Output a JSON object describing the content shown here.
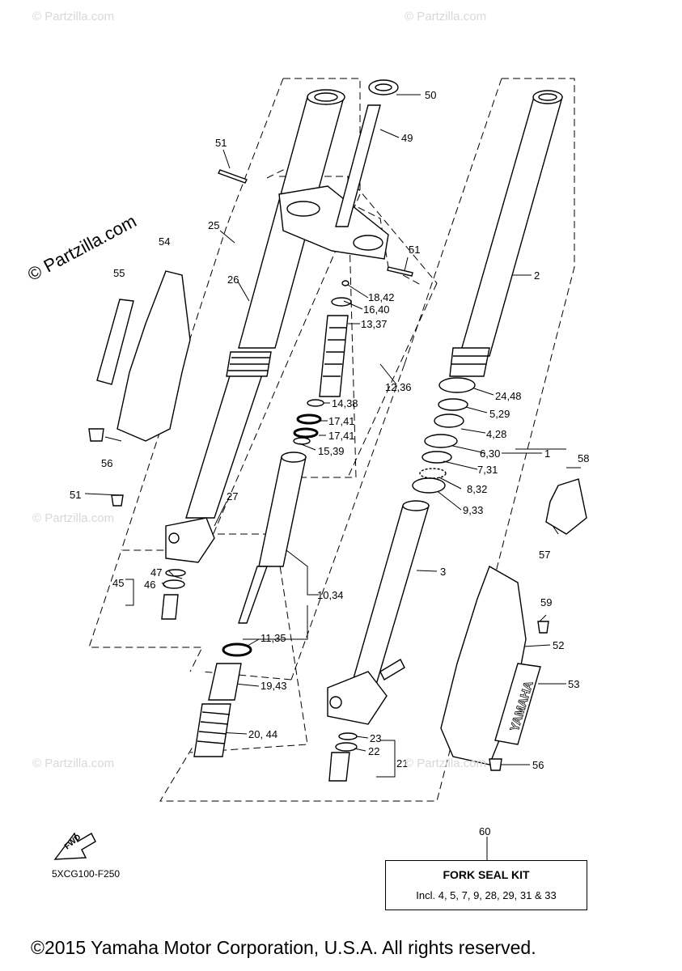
{
  "watermarks": {
    "main": "© Partzilla.com",
    "faint": "© Partzilla.com"
  },
  "callouts": [
    {
      "id": "50",
      "text": "50"
    },
    {
      "id": "49",
      "text": "49"
    },
    {
      "id": "51a",
      "text": "51"
    },
    {
      "id": "51b",
      "text": "51"
    },
    {
      "id": "25",
      "text": "25"
    },
    {
      "id": "54",
      "text": "54"
    },
    {
      "id": "55",
      "text": "55"
    },
    {
      "id": "26",
      "text": "26"
    },
    {
      "id": "2",
      "text": "2"
    },
    {
      "id": "18-42",
      "text": "18,42"
    },
    {
      "id": "16-40",
      "text": "16,40"
    },
    {
      "id": "13-37",
      "text": "13,37"
    },
    {
      "id": "12-36",
      "text": "12,36"
    },
    {
      "id": "24-48",
      "text": "24,48"
    },
    {
      "id": "14-38",
      "text": "14,38"
    },
    {
      "id": "5-29",
      "text": "5,29"
    },
    {
      "id": "17-41a",
      "text": "17,41"
    },
    {
      "id": "17-41b",
      "text": "17,41"
    },
    {
      "id": "4-28",
      "text": "4,28"
    },
    {
      "id": "15-39",
      "text": "15,39"
    },
    {
      "id": "6-30",
      "text": "6,30"
    },
    {
      "id": "1",
      "text": "1"
    },
    {
      "id": "56a",
      "text": "56"
    },
    {
      "id": "7-31",
      "text": "7,31"
    },
    {
      "id": "58",
      "text": "58"
    },
    {
      "id": "8-32",
      "text": "8,32"
    },
    {
      "id": "51c",
      "text": "51"
    },
    {
      "id": "27",
      "text": "27"
    },
    {
      "id": "9-33",
      "text": "9,33"
    },
    {
      "id": "57",
      "text": "57"
    },
    {
      "id": "3",
      "text": "3"
    },
    {
      "id": "47",
      "text": "47"
    },
    {
      "id": "45",
      "text": "45"
    },
    {
      "id": "46",
      "text": "46"
    },
    {
      "id": "10-34",
      "text": "10,34"
    },
    {
      "id": "59",
      "text": "59"
    },
    {
      "id": "11-35",
      "text": "11,35"
    },
    {
      "id": "52",
      "text": "52"
    },
    {
      "id": "19-43",
      "text": "19,43"
    },
    {
      "id": "53",
      "text": "53"
    },
    {
      "id": "20-44",
      "text": "20, 44"
    },
    {
      "id": "23",
      "text": "23"
    },
    {
      "id": "22",
      "text": "22"
    },
    {
      "id": "21",
      "text": "21"
    },
    {
      "id": "56b",
      "text": "56"
    }
  ],
  "decal_text": "YAMAHA",
  "fwd_label": "FWD",
  "catalog_code": "5XCG100-F250",
  "kit": {
    "number": "60",
    "title": "FORK SEAL KIT",
    "includes": "Incl. 4, 5, 7, 9, 28, 29, 31 & 33"
  },
  "copyright": "©2015 Yamaha Motor Corporation, U.S.A. All rights reserved."
}
